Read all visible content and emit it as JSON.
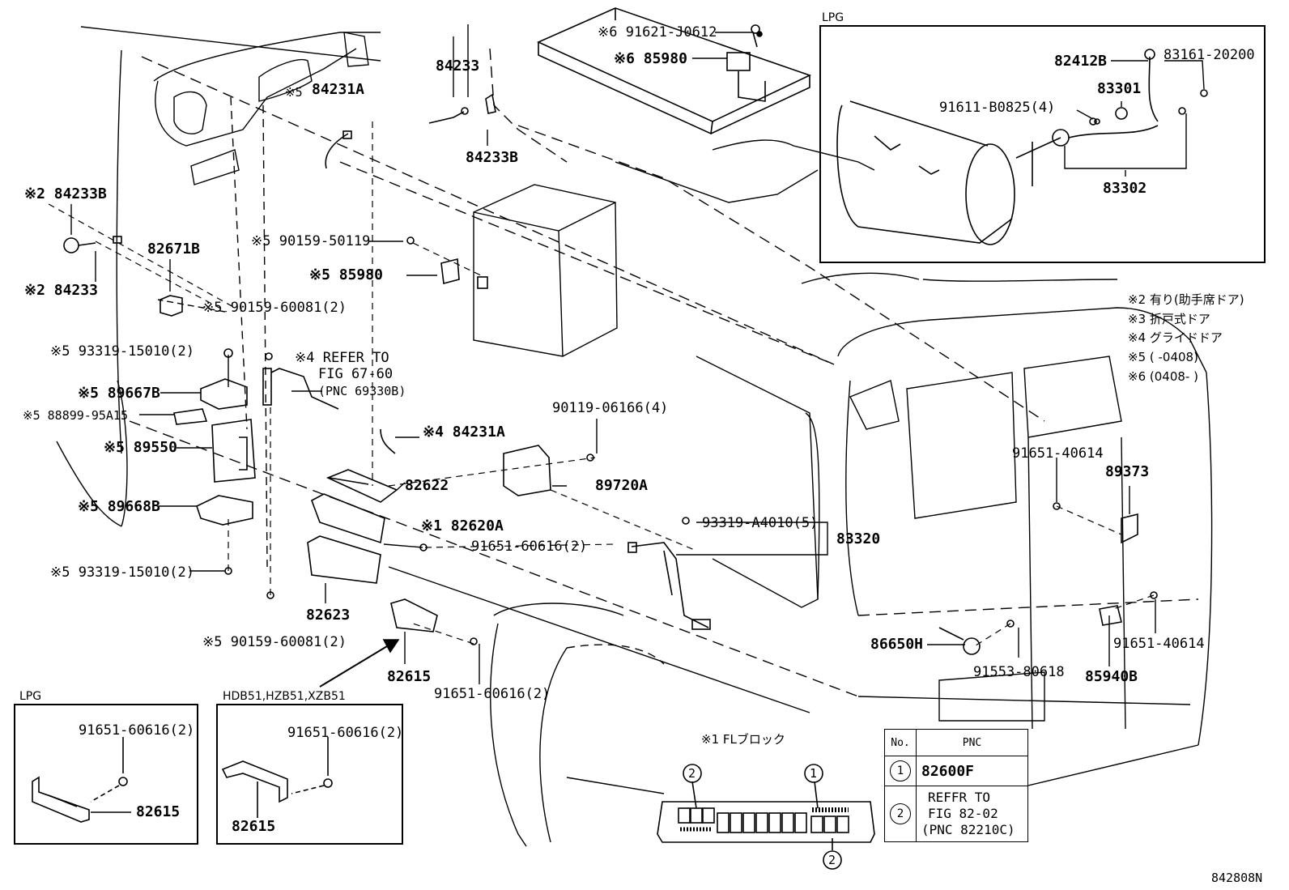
{
  "diagram": {
    "ref_code": "842808N",
    "lpg_main_title": "LPG",
    "lpg_inset1_title": "LPG",
    "hdb_inset_title": "HDB51,HZB51,XZB51",
    "fl_block_title": "※1  FLブロック",
    "labels": {
      "p_84233_top": "84233",
      "p_84231A_top": "84231A",
      "p_84231A_mark": "※5",
      "p_84233B_top": "84233B",
      "p_91621": "※6 91621-J0612",
      "p_85980_top": "※6 85980",
      "p_82412B": "82412B",
      "p_83161": "83161-20200",
      "p_83301": "83301",
      "p_91611": "91611-B0825(4)",
      "p_83302": "83302",
      "p_84233B_left": "※2 84233B",
      "p_84233_left": "※2 84233",
      "p_82671B": "82671B",
      "p_90159_50119": "※5 90159-50119",
      "p_85980_mid": "※5 85980",
      "p_90159_60081_a": "※5 90159-60081(2)",
      "p_93319_15010_a": "※5 93319-15010(2)",
      "p_refer1": "※4 REFER TO",
      "p_refer2": "FIG 67-60",
      "p_refer3": "(PNC 69330B)",
      "p_89667B": "※5 89667B",
      "p_88899": "※5 88899-95A15",
      "p_89550": "※5 89550",
      "p_84231A_mid": "※4 84231A",
      "p_90119": "90119-06166(4)",
      "p_82622": "82622",
      "p_89720A": "89720A",
      "p_89668B": "※5 89668B",
      "p_82620A": "※1 82620A",
      "p_91651_60616_a": "91651-60616(2)",
      "p_93319_A4010": "93319-A4010(5)",
      "p_83320": "83320",
      "p_93319_15010_b": "※5 93319-15010(2)",
      "p_82623": "82623",
      "p_90159_60081_b": "※5 90159-60081(2)",
      "p_82615_mid": "82615",
      "p_91651_60616_b": "91651-60616(2)",
      "p_91651_40614_a": "91651-40614",
      "p_89373": "89373",
      "p_91651_40614_b": "91651-40614",
      "p_86650H": "86650H",
      "p_91553": "91553-80618",
      "p_85940B": "85940B",
      "p_91651_60616_c": "91651-60616(2)",
      "p_82615_lpg": "82615",
      "p_91651_60616_d": "91651-60616(2)",
      "p_82615_hdb": "82615"
    },
    "notes": [
      "※2  有り(助手席ドア)",
      "※3  折戸式ドア",
      "※4  グライドドア",
      "※5  (      -0408)",
      "※6  (0408-      )"
    ],
    "pnc_table": {
      "header_no": "No.",
      "header_pnc": "PNC",
      "row1_no": "1",
      "row1_pnc": "82600F",
      "row2_no": "2",
      "row2_line1": "REFFR TO",
      "row2_line2": "FIG 82-02",
      "row2_line3": "(PNC 82210C)"
    },
    "fl_block_markers": {
      "m1": "2",
      "m2": "1",
      "m3": "2"
    }
  }
}
